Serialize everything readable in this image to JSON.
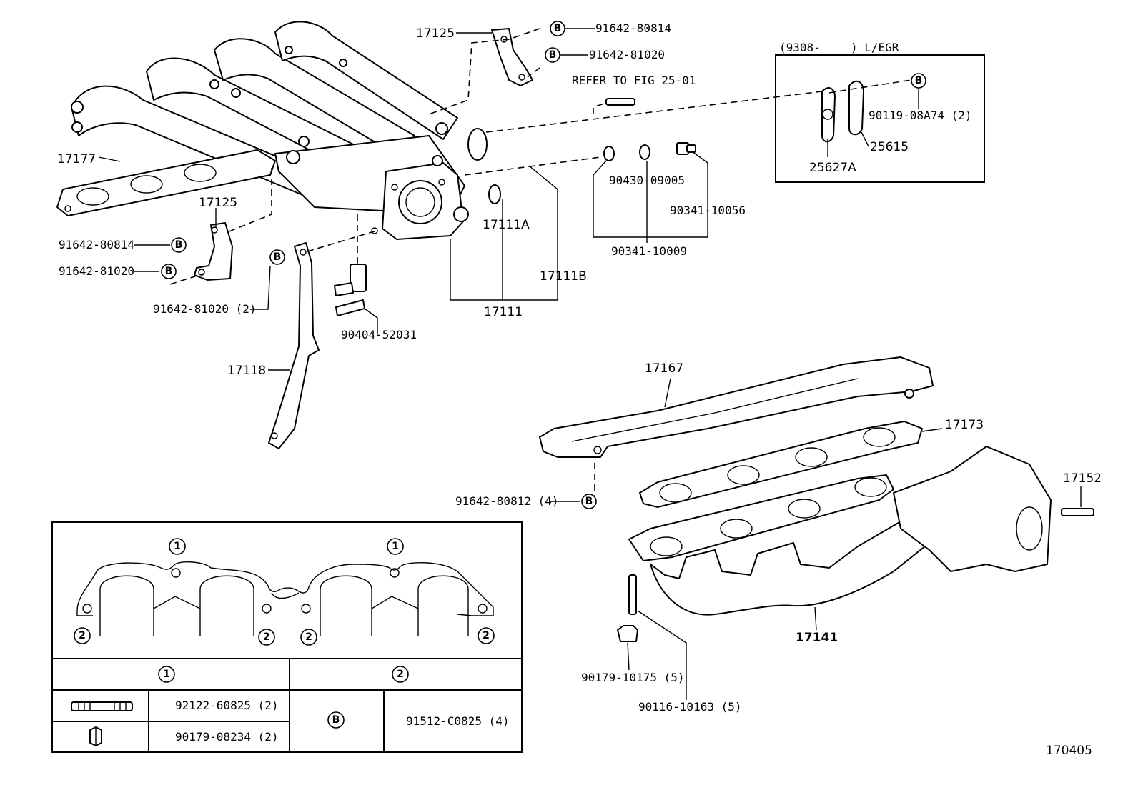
{
  "diagram_code": "170405",
  "egr_box": {
    "header_left": "(9308-",
    "header_right": ") L/EGR"
  },
  "refer_note": "REFER TO FIG 25-01",
  "symbols": {
    "circled_b": "B",
    "circled_1": "1",
    "circled_2": "2"
  },
  "labels": {
    "p17125_top": "17125",
    "p91642_80814_top": "91642-80814",
    "p91642_81020_top": "91642-81020",
    "p17177": "17177",
    "p17125_left": "17125",
    "p91642_80814_left": "91642-80814",
    "p91642_81020_left": "91642-81020",
    "p91642_81020_2": "91642-81020 (2)",
    "p17111A": "17111A",
    "p17111B": "17111B",
    "p17111": "17111",
    "p90404_52031": "90404-52031",
    "p17118": "17118",
    "p90430_09005": "90430-09005",
    "p90341_10056": "90341-10056",
    "p90341_10009": "90341-10009",
    "p90119_08A74": "90119-08A74 (2)",
    "p25615": "25615",
    "p25627A": "25627A",
    "p17167": "17167",
    "p17173": "17173",
    "p91642_80812": "91642-80812 (4)",
    "p17152": "17152",
    "p17141": "17141",
    "p90179_10175": "90179-10175 (5)",
    "p90116_10163": "90116-10163 (5)"
  },
  "legend_table": {
    "header_col1": "1",
    "header_col2": "2",
    "row1_part": "92122-60825 (2)",
    "row2_part": "90179-08234 (2)",
    "col2_symbol": "B",
    "col2_part": "91512-C0825 (4)"
  }
}
